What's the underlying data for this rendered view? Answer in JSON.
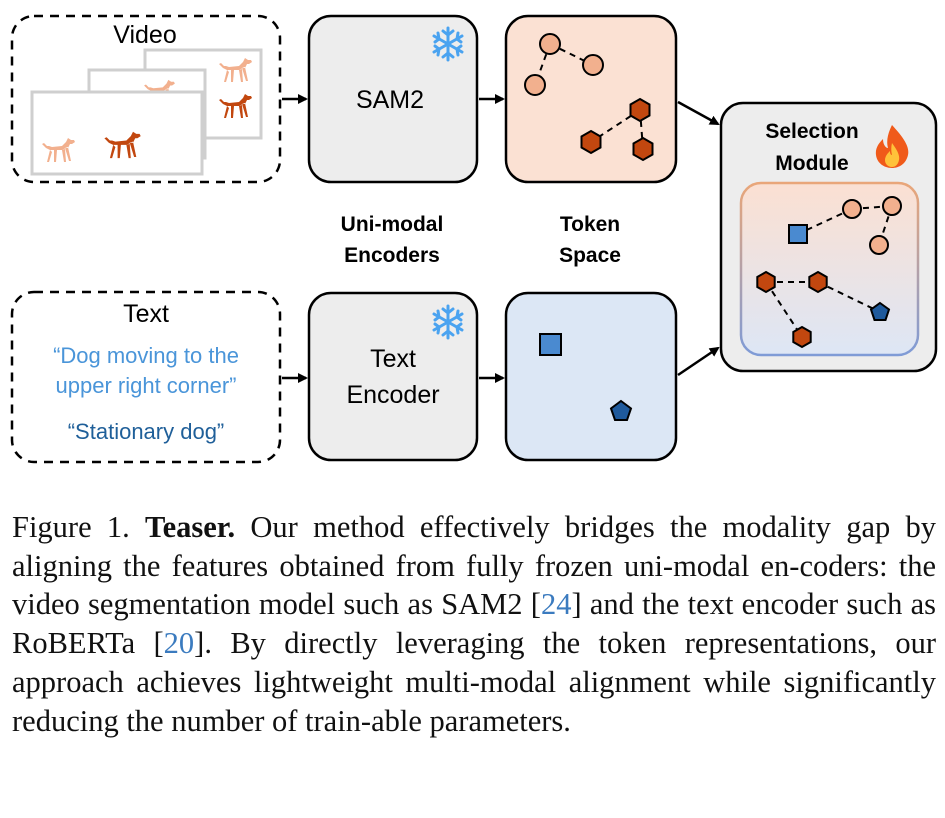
{
  "diagram": {
    "video_label": "Video",
    "text_label": "Text",
    "query_1": [
      "“Dog moving to the",
      "upper right corner”"
    ],
    "query_2": "“Stationary dog”",
    "sam2_label": "SAM2",
    "text_encoder_label": [
      "Text",
      "Encoder"
    ],
    "uni_modal_label": [
      "Uni-modal",
      "Encoders"
    ],
    "token_space_label": [
      "Token",
      "Space"
    ],
    "selection_label": [
      "Selection",
      "Module"
    ],
    "colors": {
      "video_token_light": "#f2b08e",
      "video_token_dark": "#c2470f",
      "text_token_light": "#4a8ad0",
      "text_token_dark": "#1f5a9c",
      "query_1_text": "#4a95d9",
      "query_2_text": "#1f5f99",
      "snowflake": "#4aa3f0",
      "video_token_bg": "#fbe1d3",
      "text_token_bg": "#dce7f5"
    }
  },
  "caption": {
    "figure_label": "Figure 1.",
    "title": "Teaser.",
    "part_1": "Our method effectively bridges the modality gap by aligning the features obtained from fully frozen uni-modal en-coders: the video segmentation model such as SAM2 [",
    "ref_1": "24",
    "part_2": "] and the text encoder such as RoBERTa [",
    "ref_2": "20",
    "part_3": "].  By directly leveraging the token representations, our approach achieves lightweight multi-modal alignment while significantly reducing the number of train-able parameters."
  }
}
